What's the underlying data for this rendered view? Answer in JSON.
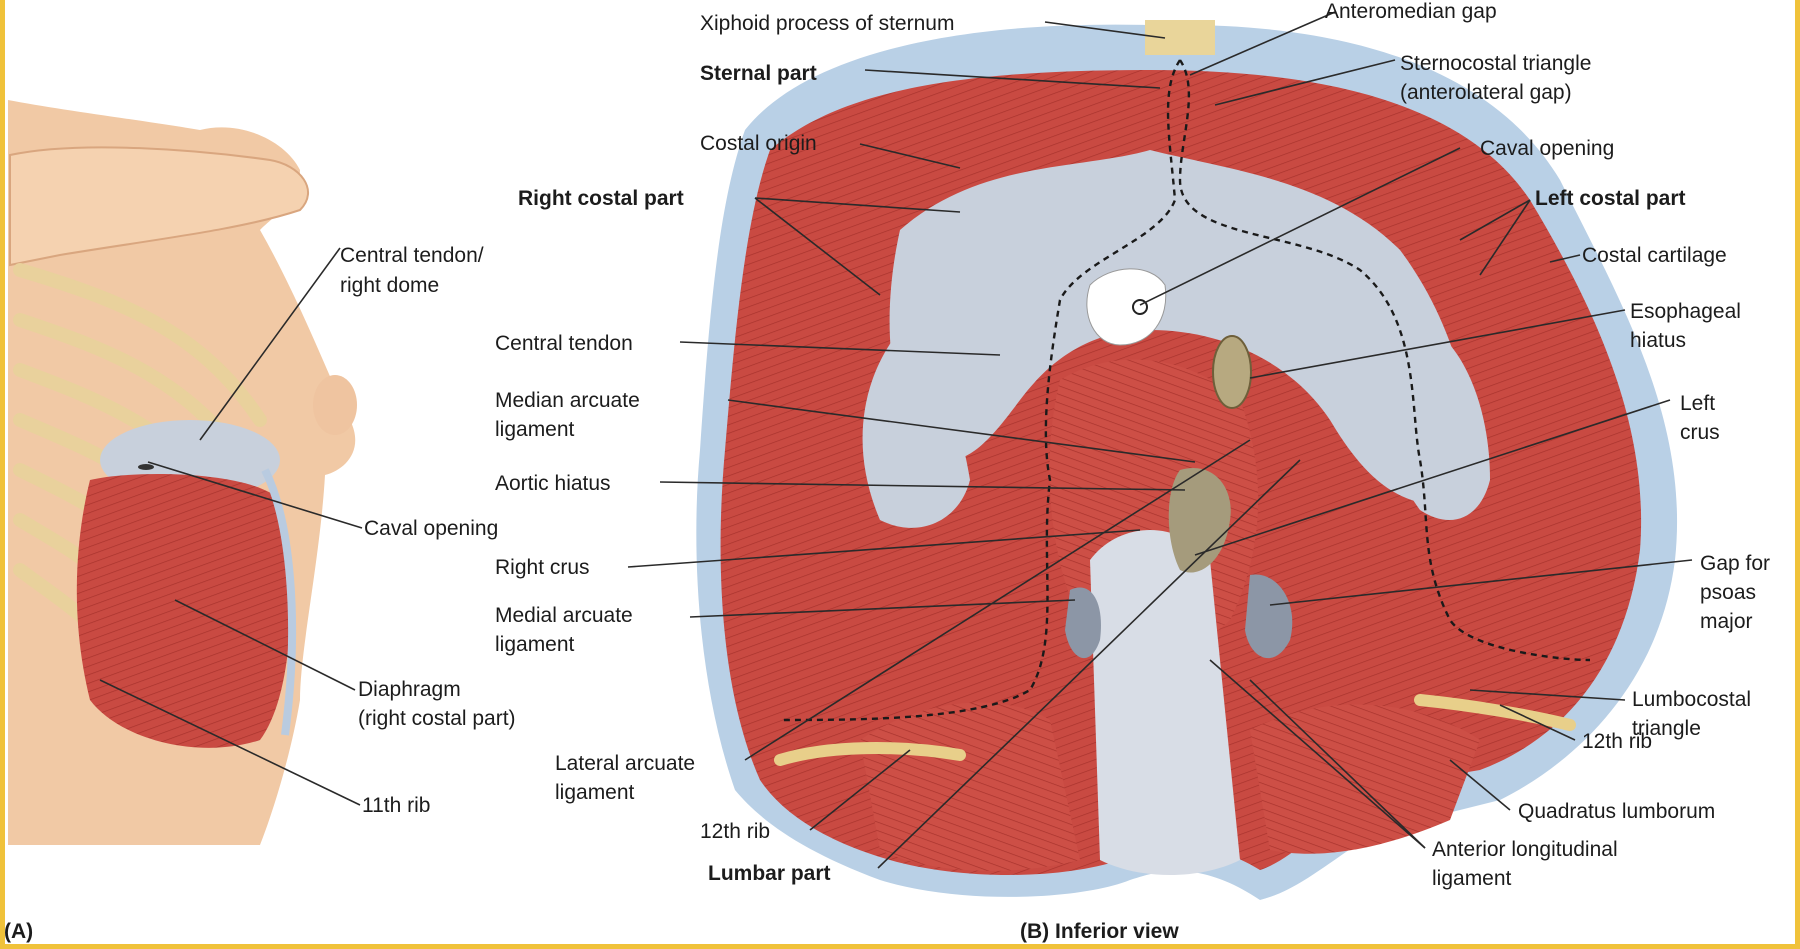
{
  "panel_a": {
    "caption": "(A)",
    "labels": {
      "central_tendon": [
        "Central tendon/",
        "right dome"
      ],
      "caval_opening": "Caval opening",
      "diaphragm": [
        "Diaphragm",
        "(right costal part)"
      ],
      "rib11": "11th rib"
    }
  },
  "panel_b": {
    "caption": "(B) Inferior view",
    "labels": {
      "xiphoid": "Xiphoid process of sternum",
      "anteromedian_gap": "Anteromedian gap",
      "sternal_part": "Sternal part",
      "sternocostal": [
        "Sternocostal triangle",
        "(anterolateral gap)"
      ],
      "costal_origin": "Costal origin",
      "caval_opening": "Caval opening",
      "right_costal_part": "Right costal part",
      "left_costal_part": "Left costal part",
      "costal_cartilage": "Costal cartilage",
      "esophageal_hiatus": [
        "Esophageal",
        "hiatus"
      ],
      "central_tendon": "Central tendon",
      "median_arcuate": [
        "Median arcuate",
        "ligament"
      ],
      "left_crus": [
        "Left",
        "crus"
      ],
      "aortic_hiatus": "Aortic hiatus",
      "right_crus": "Right crus",
      "gap_psoas": [
        "Gap for",
        "psoas",
        "major"
      ],
      "medial_arcuate": [
        "Medial arcuate",
        "ligament"
      ],
      "lumbocostal": [
        "Lumbocostal",
        "triangle"
      ],
      "rib12_right": "12th rib",
      "lateral_arcuate": [
        "Lateral arcuate",
        "ligament"
      ],
      "quadratus": "Quadratus lumborum",
      "rib12_left": "12th rib",
      "anterior_longitudinal": [
        "Anterior longitudinal",
        "ligament"
      ],
      "lumbar_part": "Lumbar part"
    }
  },
  "colors": {
    "muscle": "#c94a42",
    "tendon": "#c8d0dc",
    "skin": "#f1c9a5",
    "bone": "#f3dfb0",
    "frame": "#f0c23a"
  }
}
